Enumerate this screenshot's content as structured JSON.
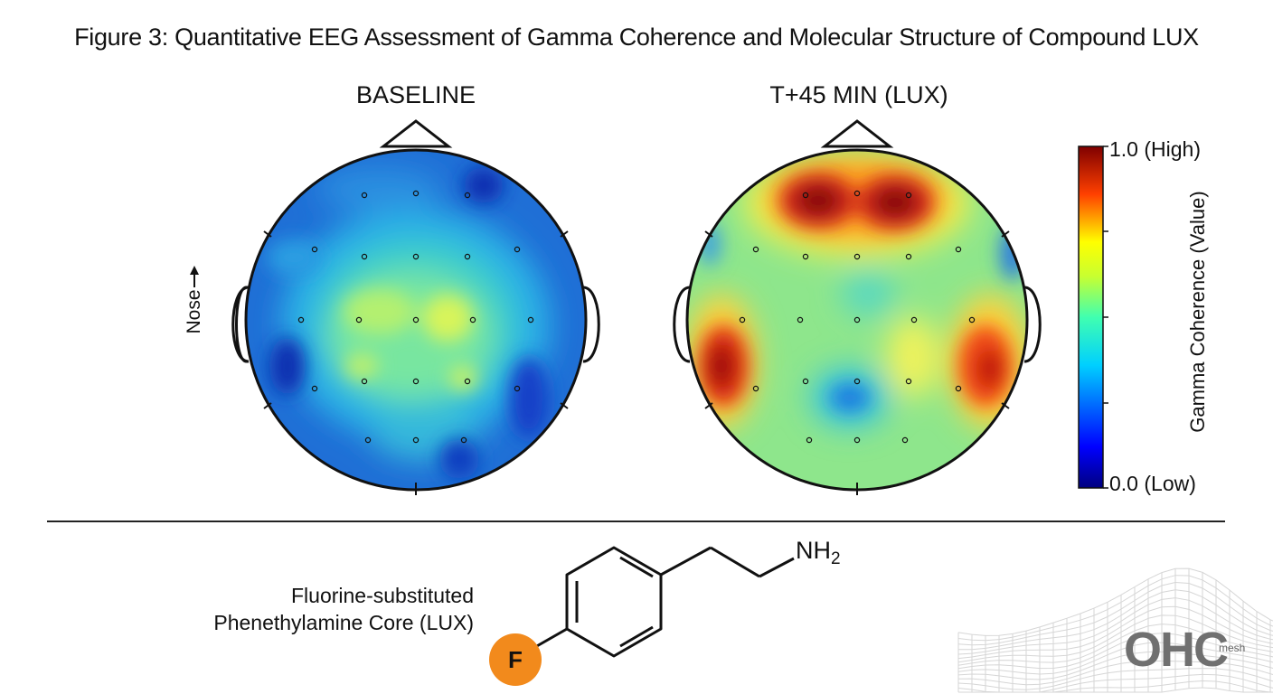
{
  "figure": {
    "title": "Figure 3: Quantitative EEG Assessment of Gamma Coherence and Molecular Structure of Compound LUX"
  },
  "panels": [
    {
      "title": "BASELINE",
      "state": "low",
      "note": "mostly blue with green center"
    },
    {
      "title": "T+45 MIN (LUX)",
      "state": "high",
      "note": "red frontal and temporal hotspots"
    }
  ],
  "orientation": {
    "nose_label": "Nose"
  },
  "colorbar": {
    "max_label": "1.0 (High)",
    "min_label": "0.0 (Low)",
    "axis_label": "Gamma Coherence (Value)",
    "colormap": "jet",
    "range": [
      0,
      1
    ]
  },
  "molecule": {
    "label_line1": "Fluorine-substituted",
    "label_line2": "Phenethylamine Core (LUX)",
    "amine": "NH",
    "amine_subscript": "2",
    "substituent": "F",
    "substituent_color": "#f28a1c"
  },
  "watermark": {
    "logo": "OHC",
    "small": "mesh"
  }
}
